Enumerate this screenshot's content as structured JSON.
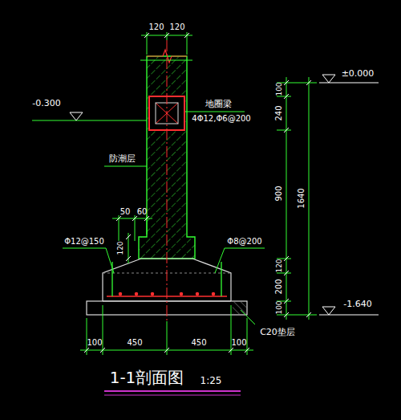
{
  "diagram": {
    "title": "1-1剖面图",
    "labels": [
      "120",
      "120",
      "±0.000",
      "-0.300",
      "地圈梁",
      "4Φ12,Φ6@200",
      "防潮层",
      "100",
      "240",
      "900",
      "1640",
      "50",
      "60",
      "Φ12@150",
      "Φ8@200",
      "120",
      "120",
      "200",
      "100",
      "-1.640",
      "C20垫层",
      "100",
      "450",
      "450",
      "100",
      "1:25"
    ]
  }
}
